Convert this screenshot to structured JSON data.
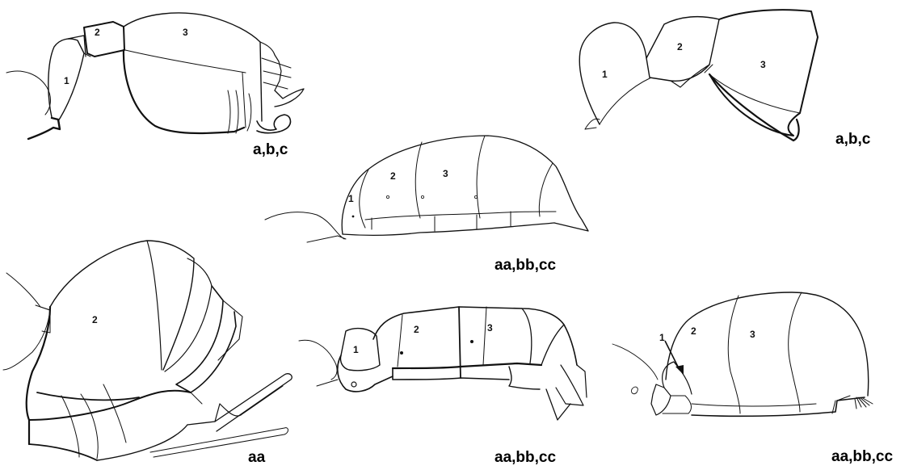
{
  "figure": {
    "panels": [
      {
        "id": "top-left",
        "caption": "a,b,c",
        "segments": [
          "1",
          "2",
          "3"
        ]
      },
      {
        "id": "top-right",
        "caption": "a,b,c",
        "segments": [
          "1",
          "2",
          "3"
        ]
      },
      {
        "id": "center",
        "caption": "aa,bb,cc",
        "segments": [
          "1",
          "2",
          "3"
        ]
      },
      {
        "id": "bottom-left",
        "caption": "aa",
        "segments": [
          "2"
        ]
      },
      {
        "id": "bottom-center",
        "caption": "aa,bb,cc",
        "segments": [
          "1",
          "2",
          "3"
        ]
      },
      {
        "id": "bottom-right",
        "caption": "aa,bb,cc",
        "segments": [
          "1",
          "2",
          "3"
        ]
      }
    ]
  }
}
